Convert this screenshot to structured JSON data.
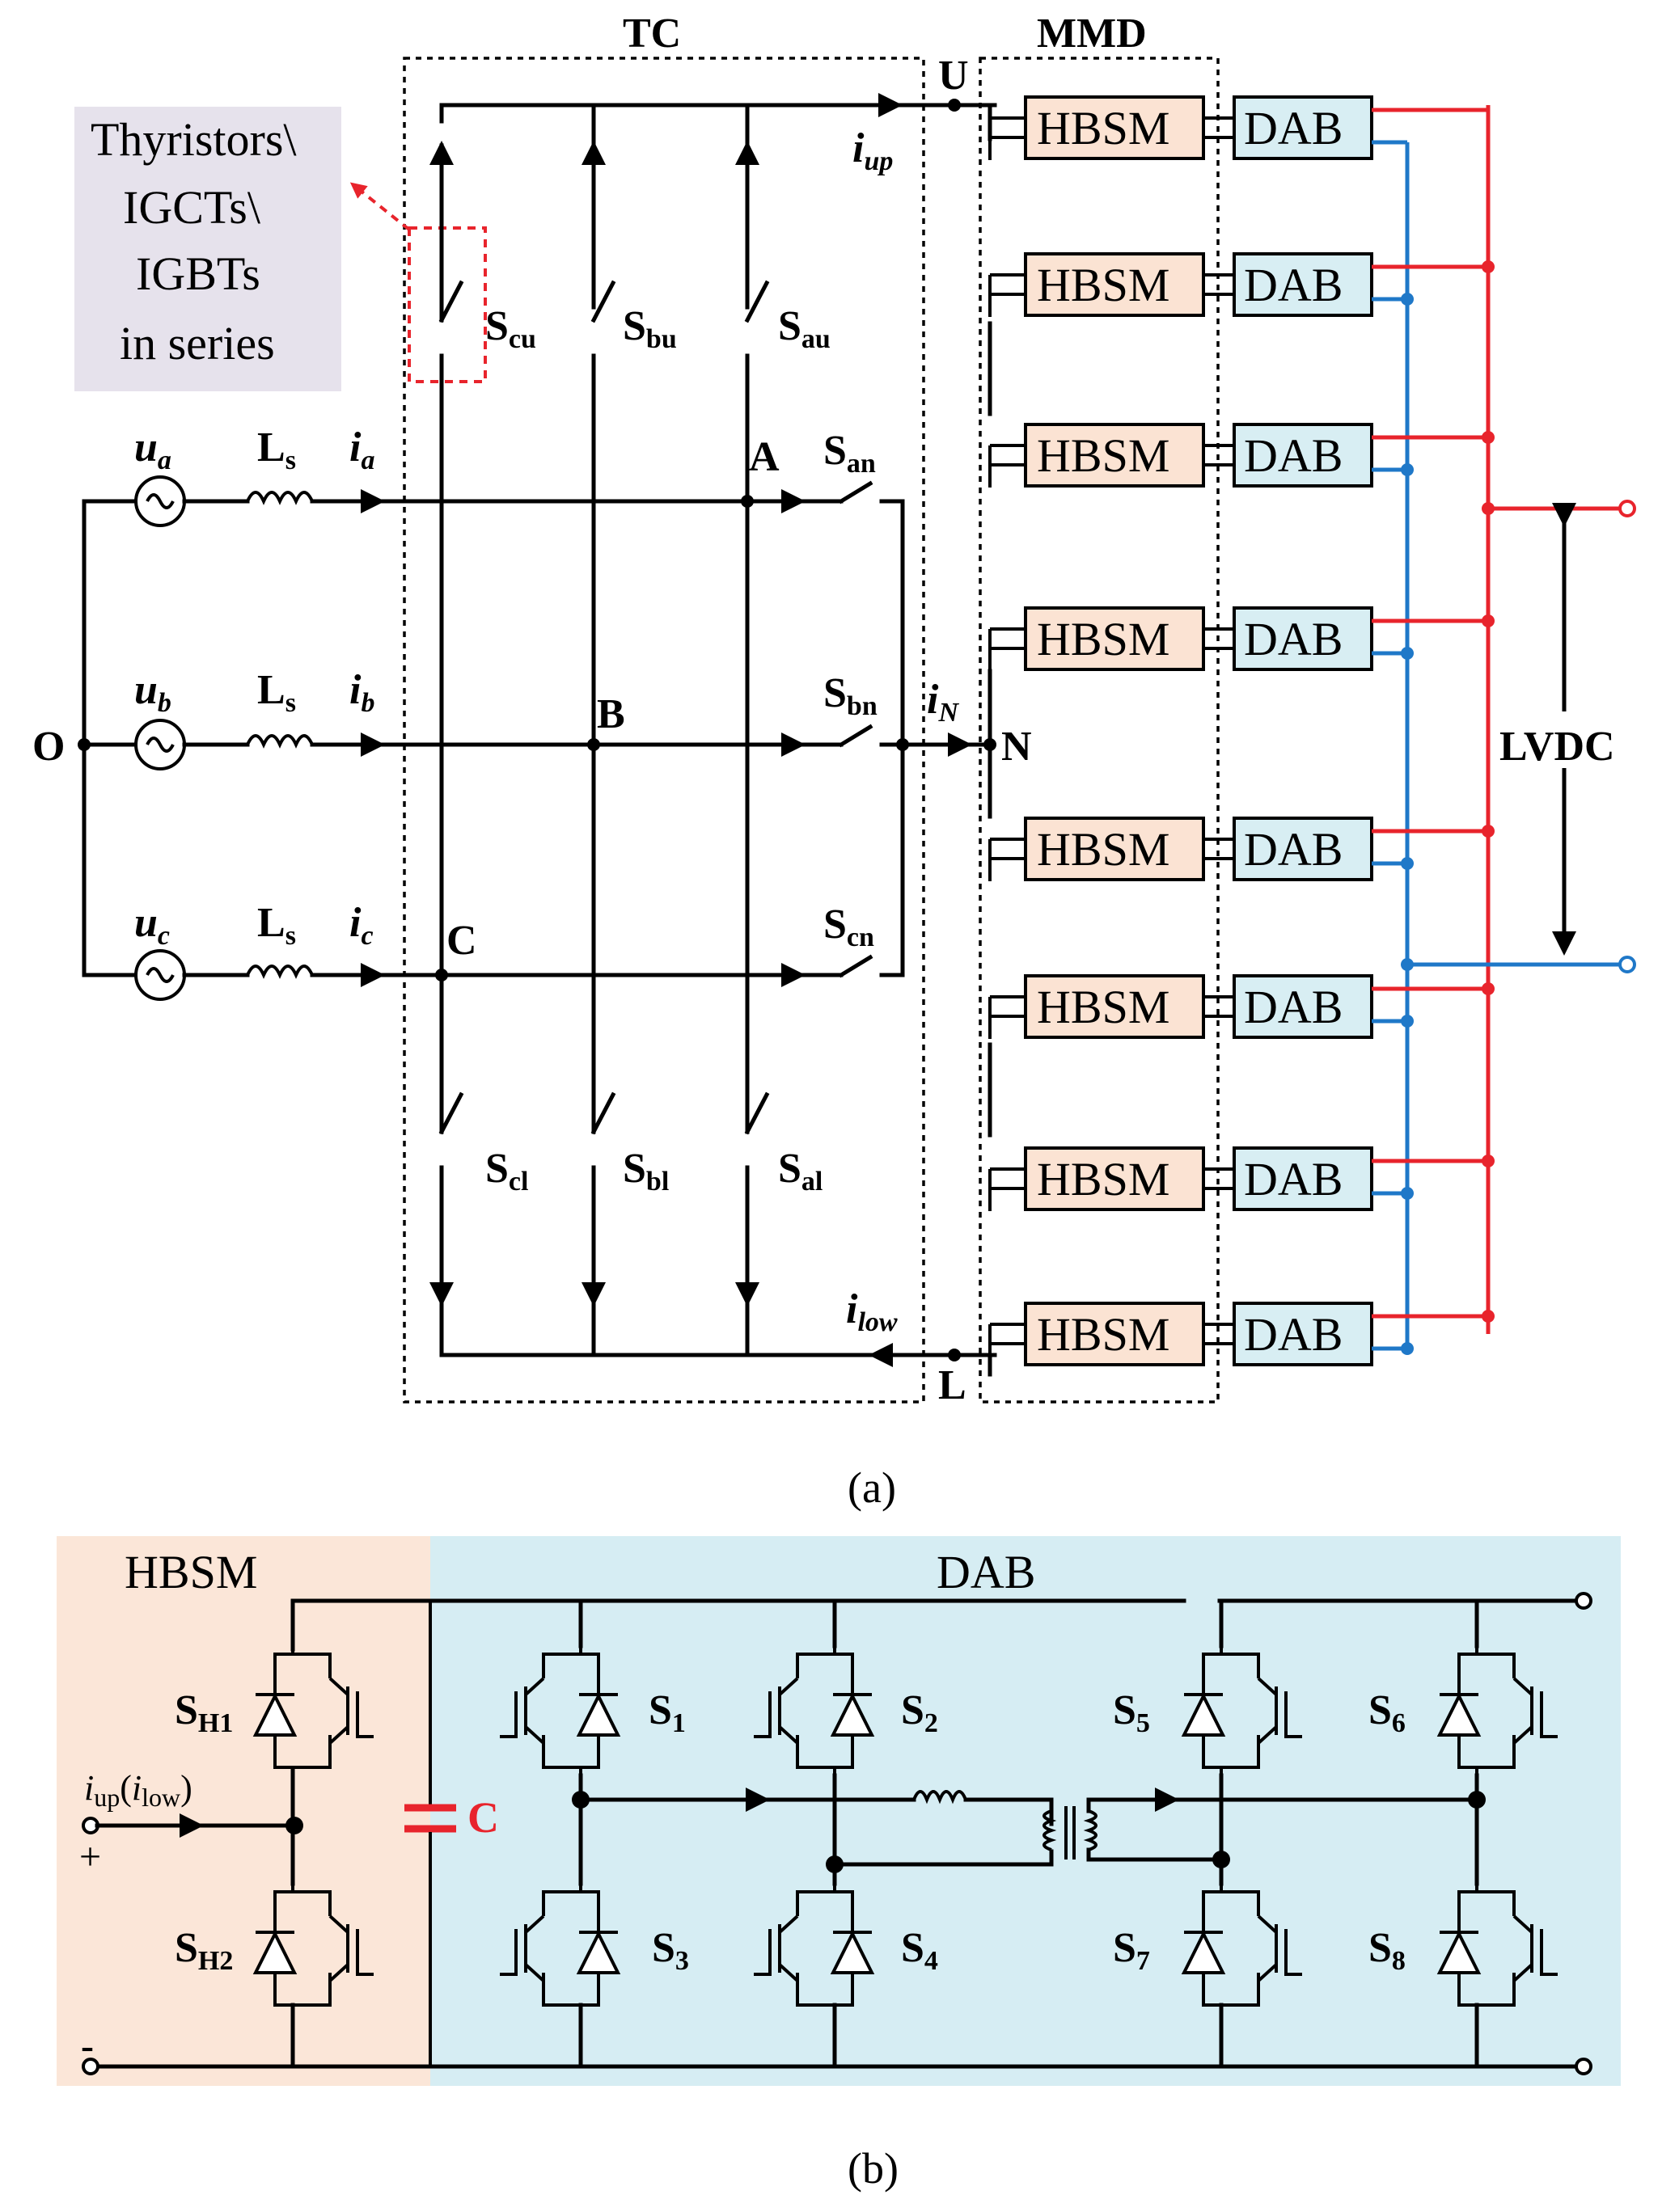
{
  "panel_a": {
    "caption": "(a)",
    "tc_label": "TC",
    "mmd_label": "MMD",
    "note_lines": [
      "Thyristors\\",
      "IGCTs\\",
      "IGBTs",
      "in series"
    ],
    "node_o": "O",
    "node_u": "U",
    "node_n": "N",
    "node_l": "L",
    "node_a": "A",
    "node_b": "B",
    "node_c": "C",
    "lvdc": "LVDC",
    "sources": [
      {
        "u": "u",
        "u_sub": "a",
        "l": "L",
        "l_sub": "s",
        "i": "i",
        "i_sub": "a"
      },
      {
        "u": "u",
        "u_sub": "b",
        "l": "L",
        "l_sub": "s",
        "i": "i",
        "i_sub": "b"
      },
      {
        "u": "u",
        "u_sub": "c",
        "l": "L",
        "l_sub": "s",
        "i": "i",
        "i_sub": "c"
      }
    ],
    "upper_switches": [
      {
        "s": "S",
        "sub": "cu"
      },
      {
        "s": "S",
        "sub": "bu"
      },
      {
        "s": "S",
        "sub": "au"
      }
    ],
    "lower_switches": [
      {
        "s": "S",
        "sub": "cl"
      },
      {
        "s": "S",
        "sub": "bl"
      },
      {
        "s": "S",
        "sub": "al"
      }
    ],
    "neutral_switches": [
      {
        "s": "S",
        "sub": "an"
      },
      {
        "s": "S",
        "sub": "bn"
      },
      {
        "s": "S",
        "sub": "cn"
      }
    ],
    "i_up": {
      "i": "i",
      "sub": "up"
    },
    "i_n": {
      "i": "i",
      "sub": "N"
    },
    "i_low": {
      "i": "i",
      "sub": "low"
    },
    "hbsm_label": "HBSM",
    "dab_label": "DAB",
    "module_rows": 8
  },
  "panel_b": {
    "caption": "(b)",
    "hbsm_title": "HBSM",
    "dab_title": "DAB",
    "input_current": {
      "i1": "i",
      "s1": "up",
      "paren": "(",
      "i2": "i",
      "s2": "low",
      "close": ")"
    },
    "plus": "+",
    "minus": "-",
    "capacitor": "C",
    "switches": [
      {
        "s": "S",
        "sub": "H1"
      },
      {
        "s": "S",
        "sub": "H2"
      },
      {
        "s": "S",
        "sub": "1"
      },
      {
        "s": "S",
        "sub": "2"
      },
      {
        "s": "S",
        "sub": "3"
      },
      {
        "s": "S",
        "sub": "4"
      },
      {
        "s": "S",
        "sub": "5"
      },
      {
        "s": "S",
        "sub": "6"
      },
      {
        "s": "S",
        "sub": "7"
      },
      {
        "s": "S",
        "sub": "8"
      }
    ],
    "colors": {
      "hbsm_bg": "#fbe6d8",
      "dab_bg": "#d6edf3",
      "cap": "#e8242c"
    }
  },
  "colors": {
    "hbsm_box": "#fbe3d3",
    "dab_box": "#d8eef3",
    "note_bg": "#e6e2ec",
    "red_wire": "#e8242c",
    "blue_wire": "#1f78c8"
  }
}
